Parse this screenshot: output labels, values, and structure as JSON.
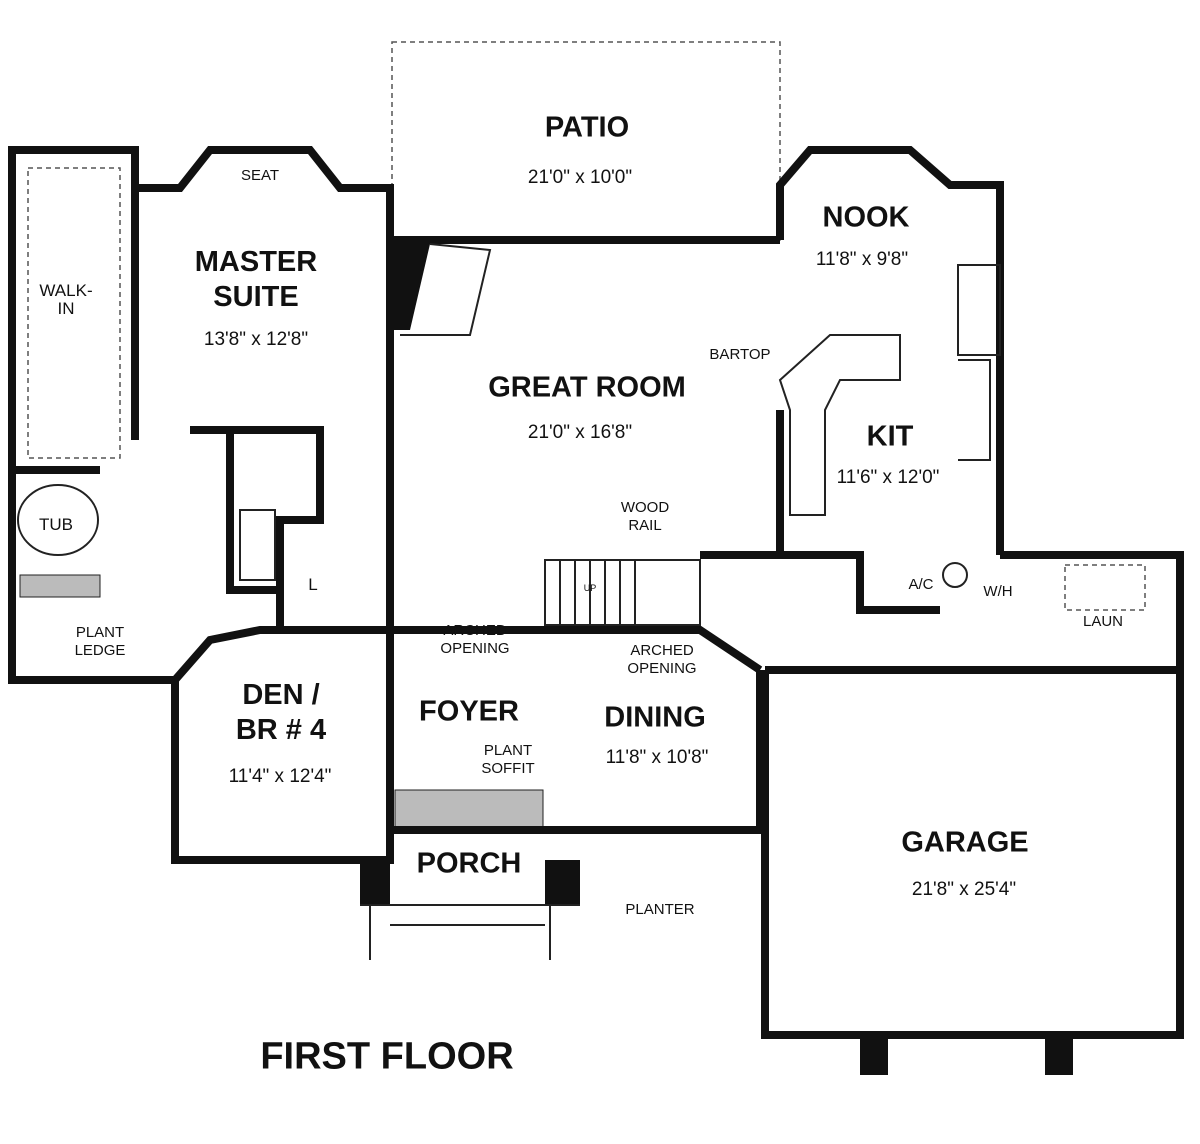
{
  "title": "FIRST FLOOR",
  "rooms": {
    "patio": {
      "name": "PATIO",
      "dims": "21'0\" x 10'0\""
    },
    "nook": {
      "name": "NOOK",
      "dims": "11'8\" x 9'8\""
    },
    "master": {
      "name": "MASTER SUITE",
      "dims": "13'8\" x 12'8\""
    },
    "great": {
      "name": "GREAT  ROOM",
      "dims": "21'0\" x 16'8\""
    },
    "kit": {
      "name": "KIT",
      "dims": "11'6\" x 12'0\""
    },
    "den": {
      "name": "DEN / BR  # 4",
      "dims": "11'4\" x 12'4\""
    },
    "foyer": {
      "name": "FOYER"
    },
    "dining": {
      "name": "DINING",
      "dims": "11'8\" x 10'8\""
    },
    "porch": {
      "name": "PORCH"
    },
    "garage": {
      "name": "GARAGE",
      "dims": "21'8\" x 25'4\""
    }
  },
  "notes": {
    "seat": "SEAT",
    "walkin": "WALK-IN",
    "tub": "TUB",
    "bartop": "BARTOP",
    "wood_rail": "WOOD RAIL",
    "up": "UP",
    "linen": "L",
    "ac": "A/C",
    "wh": "W/H",
    "laun": "LAUN",
    "plant_ledge": "PLANT LEDGE",
    "arched_1": "ARCHED OPENING",
    "arched_2": "ARCHED OPENING",
    "plant_soffit": "PLANT SOFFIT",
    "planter": "PLANTER"
  }
}
